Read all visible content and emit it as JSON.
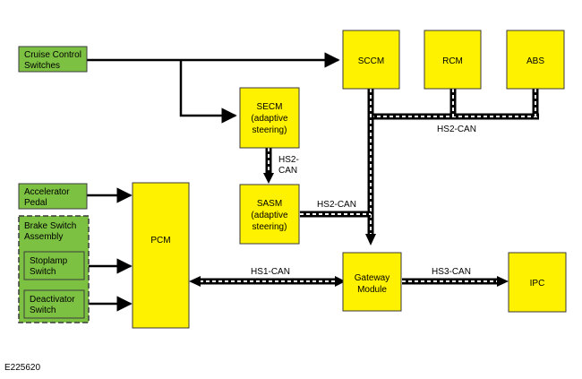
{
  "colors": {
    "module_fill": "#fff200",
    "switch_fill": "#7dc142",
    "outline": "#3a3a3a",
    "line": "#000000",
    "bus_dash": "#ffffff"
  },
  "modules": {
    "sccm": "SCCM",
    "rcm": "RCM",
    "abs": "ABS",
    "secm": [
      "SECM",
      "(adaptive",
      "steering)"
    ],
    "sasm": [
      "SASM",
      "(adaptive",
      "steering)"
    ],
    "pcm": "PCM",
    "gateway": [
      "Gateway",
      "Module"
    ],
    "ipc": "IPC"
  },
  "inputs": {
    "cruise_control": [
      "Cruise Control",
      "Switches"
    ],
    "accelerator": [
      "Accelerator",
      "Pedal"
    ],
    "brake_assembly": [
      "Brake Switch",
      "Assembly"
    ],
    "stoplamp": [
      "Stoplamp",
      "Switch"
    ],
    "deactivator": [
      "Deactivator",
      "Switch"
    ]
  },
  "buses": {
    "hs2_top": "HS2-CAN",
    "hs2_vertical": [
      "HS2-",
      "CAN"
    ],
    "hs2_sasm": "HS2-CAN",
    "hs1": "HS1-CAN",
    "hs3": "HS3-CAN"
  },
  "reference": "E225620"
}
